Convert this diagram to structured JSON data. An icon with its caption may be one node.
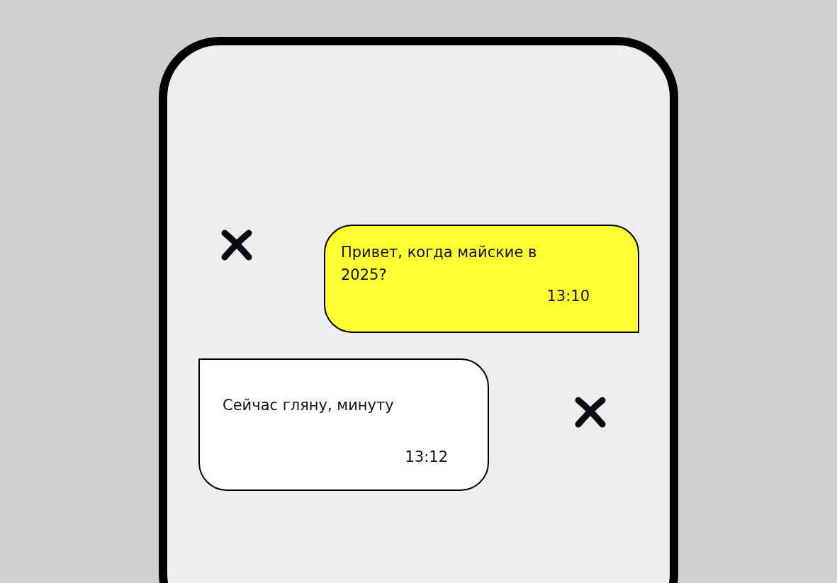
{
  "diagram": {
    "nodes": [
      {
        "text": [
          "Привет, когда майские в 2025?",
          "13:10"
        ]
      },
      {
        "text": [
          "Сейчас гляну, минуту",
          "13:12"
        ]
      }
    ]
  }
}
